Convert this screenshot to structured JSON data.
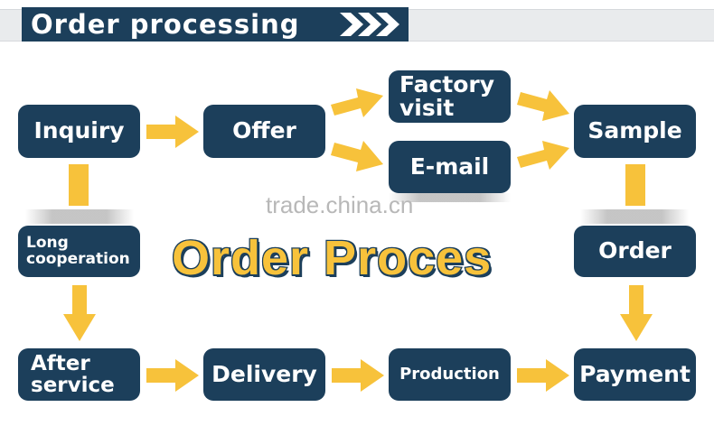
{
  "header": {
    "title": "Order processing"
  },
  "watermark": "trade.china.cn",
  "diagram_title": "Order Proces",
  "nodes": {
    "inquiry": "Inquiry",
    "offer": "Offer",
    "factory_visit": [
      "Factory",
      "visit"
    ],
    "email": "E-mail",
    "sample": "Sample",
    "order": "Order",
    "long_cooperation": [
      "Long",
      "cooperation"
    ],
    "after_service": [
      "After",
      "service"
    ],
    "delivery": "Delivery",
    "production": "Production",
    "payment": "Payment"
  },
  "colors": {
    "node_bg": "#1c3f5b",
    "arrow": "#f7c23b",
    "header_bg": "#1c3f5b"
  }
}
